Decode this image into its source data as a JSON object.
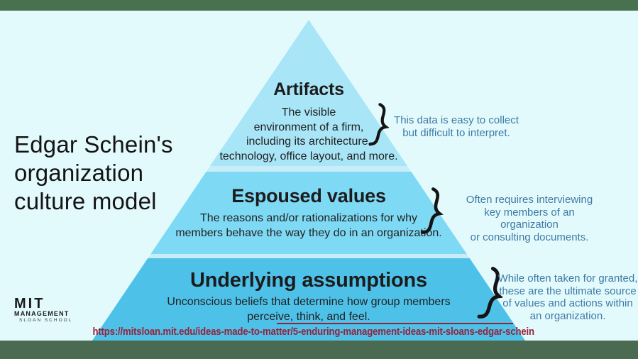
{
  "title": {
    "text": "Edgar Schein's\norganization\nculture model"
  },
  "logo": {
    "line1": "MIT",
    "line2": "MANAGEMENT",
    "line3": "SLOAN SCHOOL"
  },
  "pyramid": {
    "levels": [
      {
        "name": "Artifacts",
        "description": "The visible\nenvironment of a firm,\nincluding its architecture,\ntechnology, office layout, and more.",
        "color": "#a8e5f7"
      },
      {
        "name": "Espoused values",
        "description": "The reasons and/or rationalizations for why\nmembers behave the way they do in an organization.",
        "color": "#7ed9f4"
      },
      {
        "name": "Underlying assumptions",
        "description": "Unconscious beliefs that determine how group members\nperceive, think, and feel.",
        "color": "#4ec1e8"
      }
    ]
  },
  "annotations": [
    {
      "icon": "curly-brace-icon",
      "text": "This data is easy to collect\nbut difficult to interpret."
    },
    {
      "icon": "curly-brace-icon",
      "text": "Often requires interviewing\nkey members of an organization\nor consulting documents."
    },
    {
      "icon": "curly-brace-icon",
      "text": "While often taken for granted,\nthese are the ultimate source\nof values and actions within\nan organization."
    }
  ],
  "link": {
    "url": "https://mitsloan.mit.edu/ideas-made-to-matter/5-enduring-management-ideas-mit-sloans-edgar-schein"
  },
  "colors": {
    "background": "#e3fafd",
    "top_bar": "#47714f",
    "bottom_bar": "#4a6b52",
    "band_gap": "#c9edf8",
    "annotation_text": "#3e7aa3",
    "link_text": "#97213b",
    "heading_text": "#1c1c1c"
  }
}
